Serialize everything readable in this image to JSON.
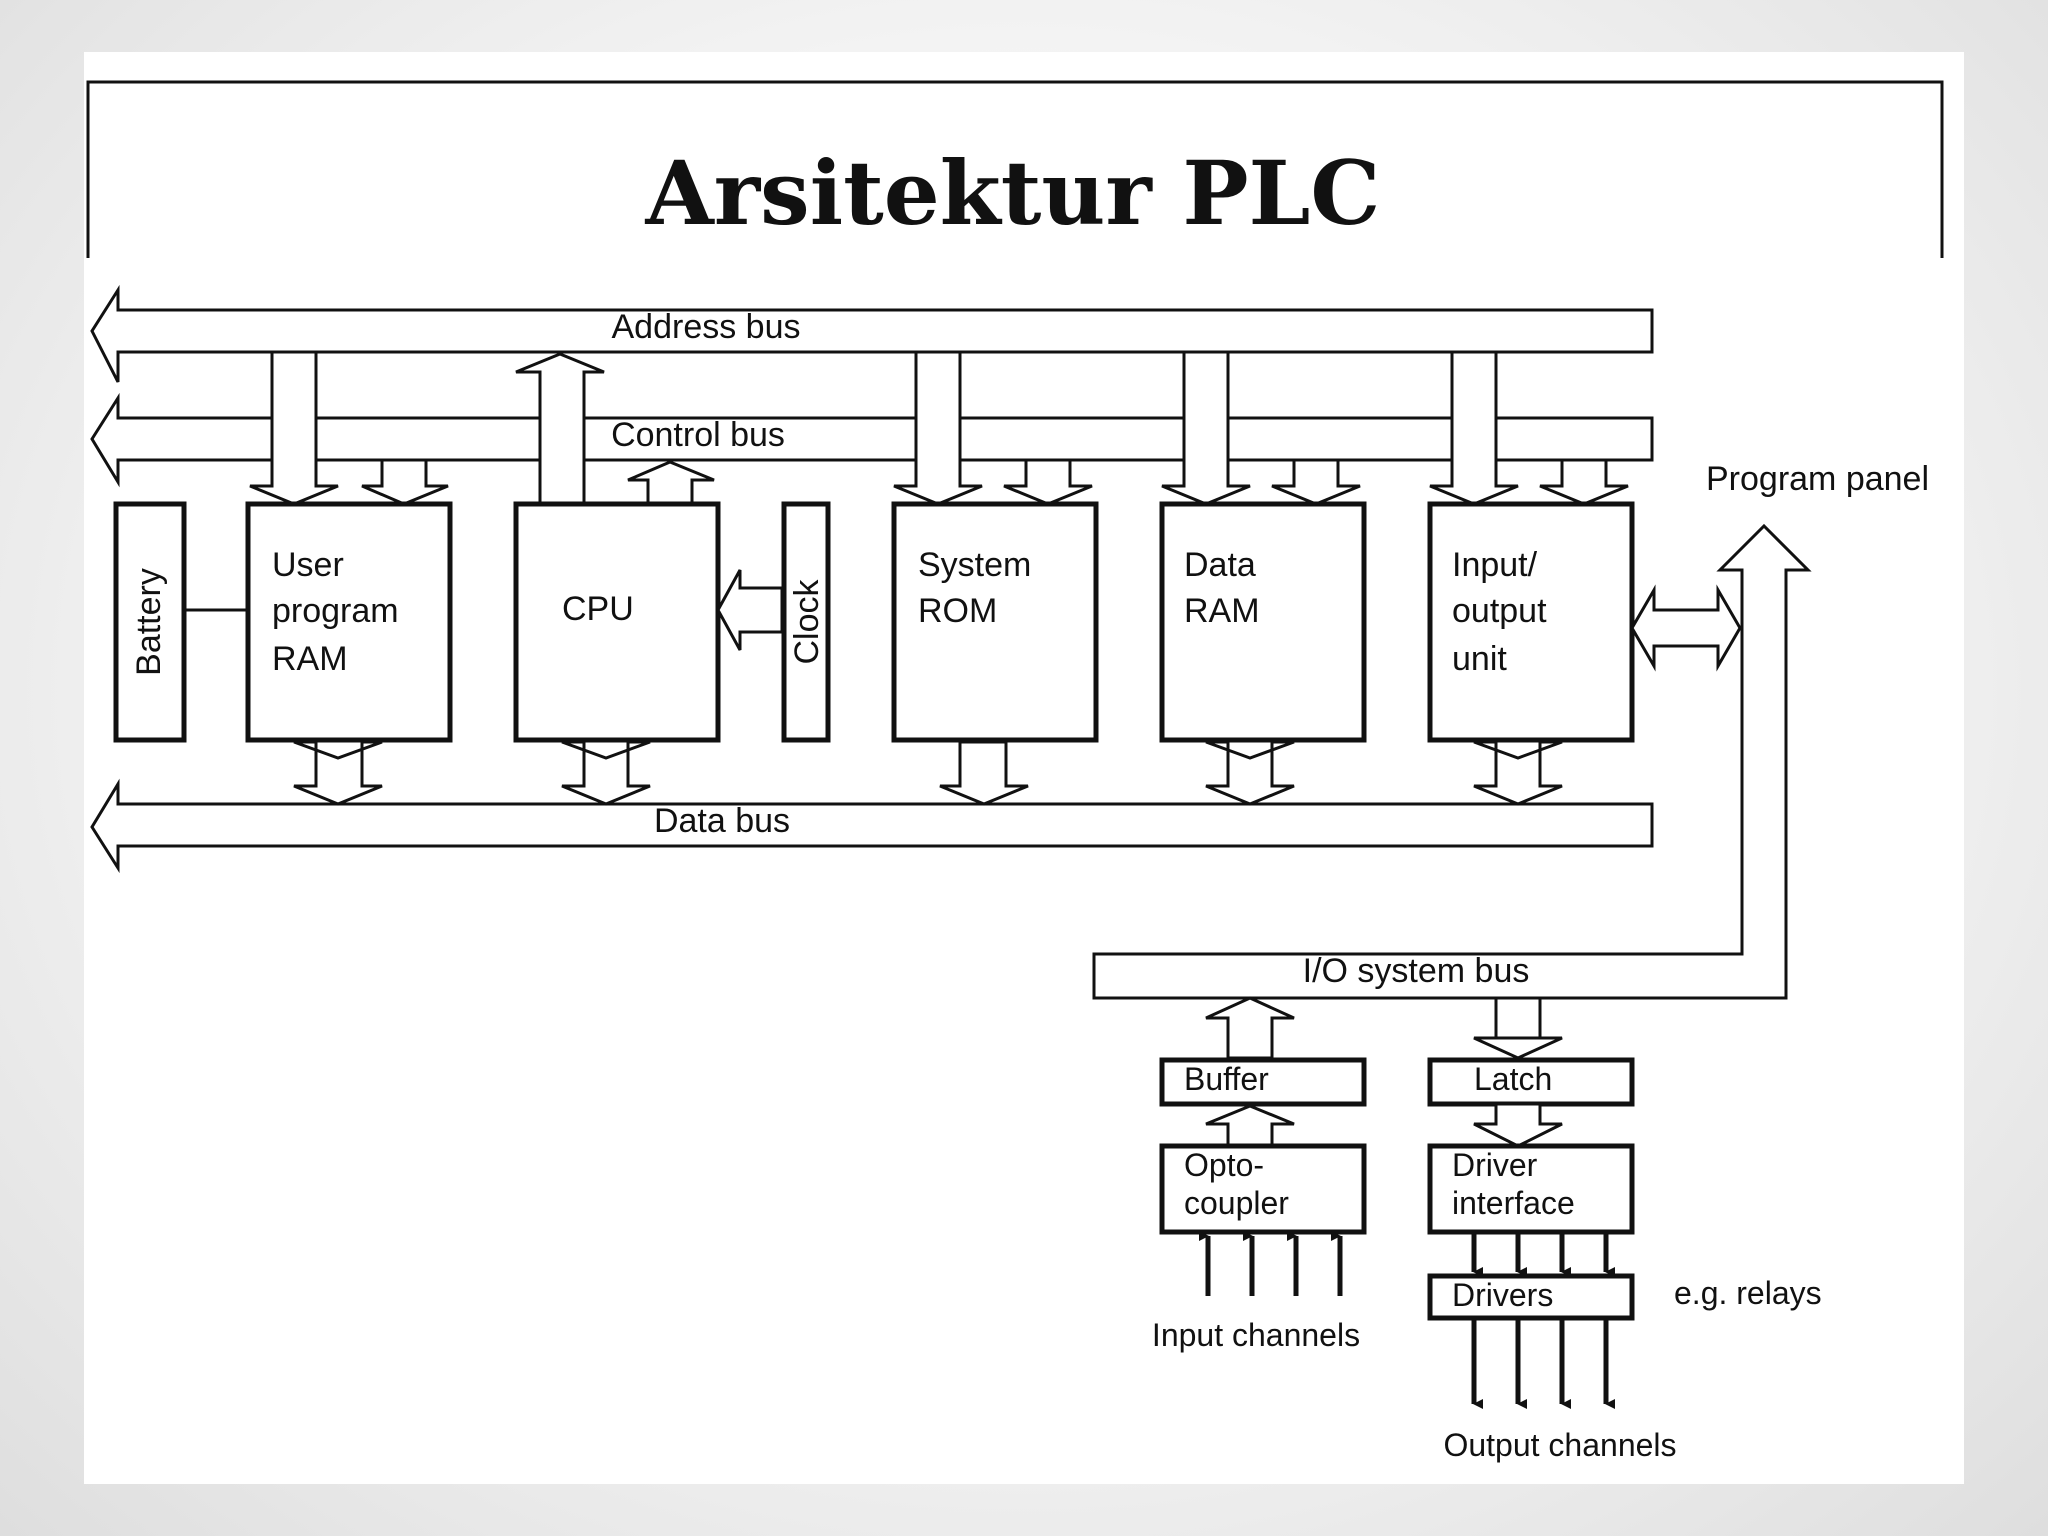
{
  "title": "Arsitektur PLC",
  "buses": {
    "address": "Address bus",
    "control": "Control bus",
    "data": "Data bus",
    "io_system": "I/O system bus"
  },
  "blocks": {
    "battery": "Battery",
    "user_program_ram": [
      "User",
      "program",
      "RAM"
    ],
    "cpu": "CPU",
    "clock": "Clock",
    "system_rom": [
      "System",
      "ROM"
    ],
    "data_ram": [
      "Data",
      "RAM"
    ],
    "io_unit": [
      "Input/",
      "output",
      "unit"
    ],
    "buffer": "Buffer",
    "optocoupler": [
      "Opto-",
      "coupler"
    ],
    "latch": "Latch",
    "driver_interface": [
      "Driver",
      "interface"
    ],
    "drivers": "Drivers"
  },
  "labels": {
    "program_panel": "Program panel",
    "input_channels": "Input channels",
    "output_channels": "Output channels",
    "relays_note": "e.g. relays"
  }
}
